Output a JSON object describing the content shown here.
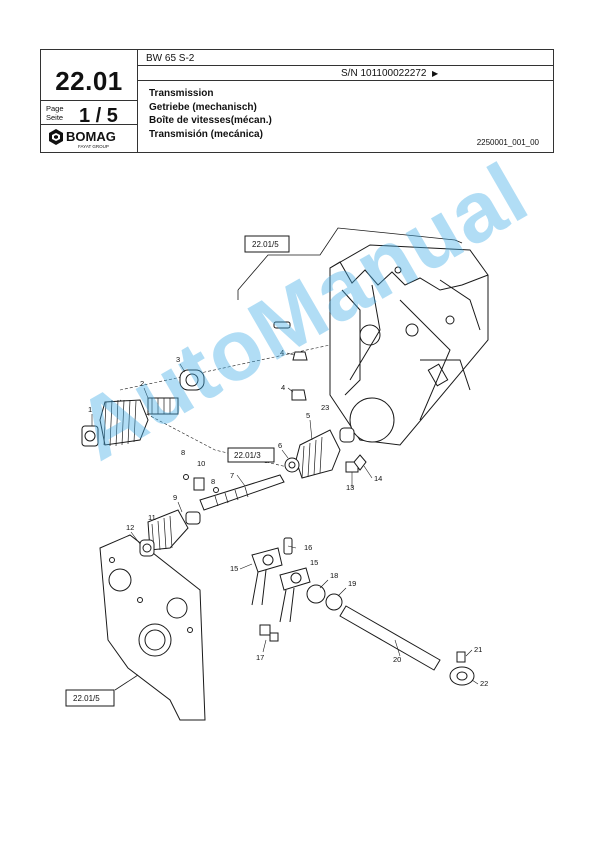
{
  "header": {
    "page_number": "22.01",
    "model": "BW 65 S-2",
    "serial": "S/N 101100022272",
    "serial_arrow": "▶",
    "page_label_1": "Page",
    "page_label_2": "Seite",
    "page_value": "1 / 5",
    "brand": "BOMAG",
    "brand_sub": "FAYAT GROUP",
    "titles": [
      "Transmission",
      "Getriebe (mechanisch)",
      "Boîte de vitesses(mécan.)",
      "Transmisión (mecánica)"
    ],
    "doc_id": "2250001_001_00"
  },
  "diagram": {
    "refs": [
      "22.01/5",
      "22.01/3",
      "22.01/5"
    ],
    "callouts": [
      "1",
      "2",
      "3",
      "4",
      "4",
      "5",
      "6",
      "7",
      "8",
      "8",
      "9",
      "10",
      "11",
      "12",
      "13",
      "14",
      "15",
      "15",
      "16",
      "17",
      "18",
      "19",
      "20",
      "21",
      "22",
      "23"
    ]
  },
  "watermark": "AutoManual"
}
